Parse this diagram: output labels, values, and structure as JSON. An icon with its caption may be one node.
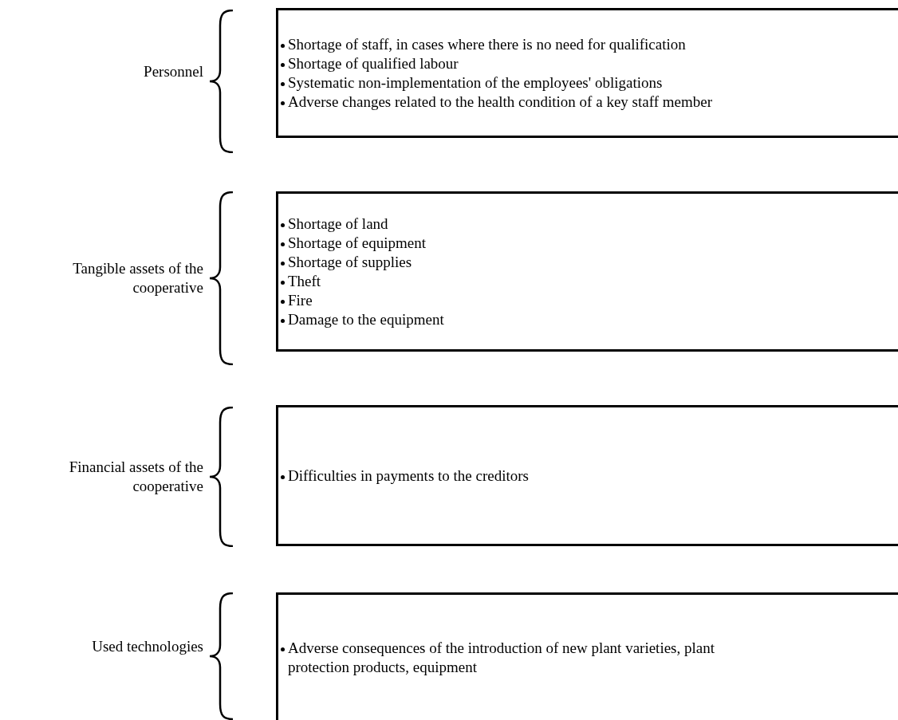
{
  "diagram": {
    "nodes": [
      {
        "text": [
          "Shortage of staff, in cases where there is no need for qualification",
          "Shortage of qualified labour",
          "Systematic non-implementation of the employees' obligations",
          "Adverse changes related to the health condition of a key staff member"
        ]
      },
      {
        "text": [
          "Shortage of land",
          "Shortage of equipment",
          "Shortage of supplies",
          "Theft",
          "Fire",
          "Damage to the equipment"
        ]
      },
      {
        "text": [
          "Difficulties in payments to the creditors"
        ]
      },
      {
        "text": [
          "Adverse consequences of the introduction of new plant varieties, plant protection products, equipment"
        ]
      }
    ],
    "labels": [
      "Personnel",
      "Tangible assets of the cooperative",
      "Financial assets of the cooperative",
      "Used technologies"
    ]
  }
}
